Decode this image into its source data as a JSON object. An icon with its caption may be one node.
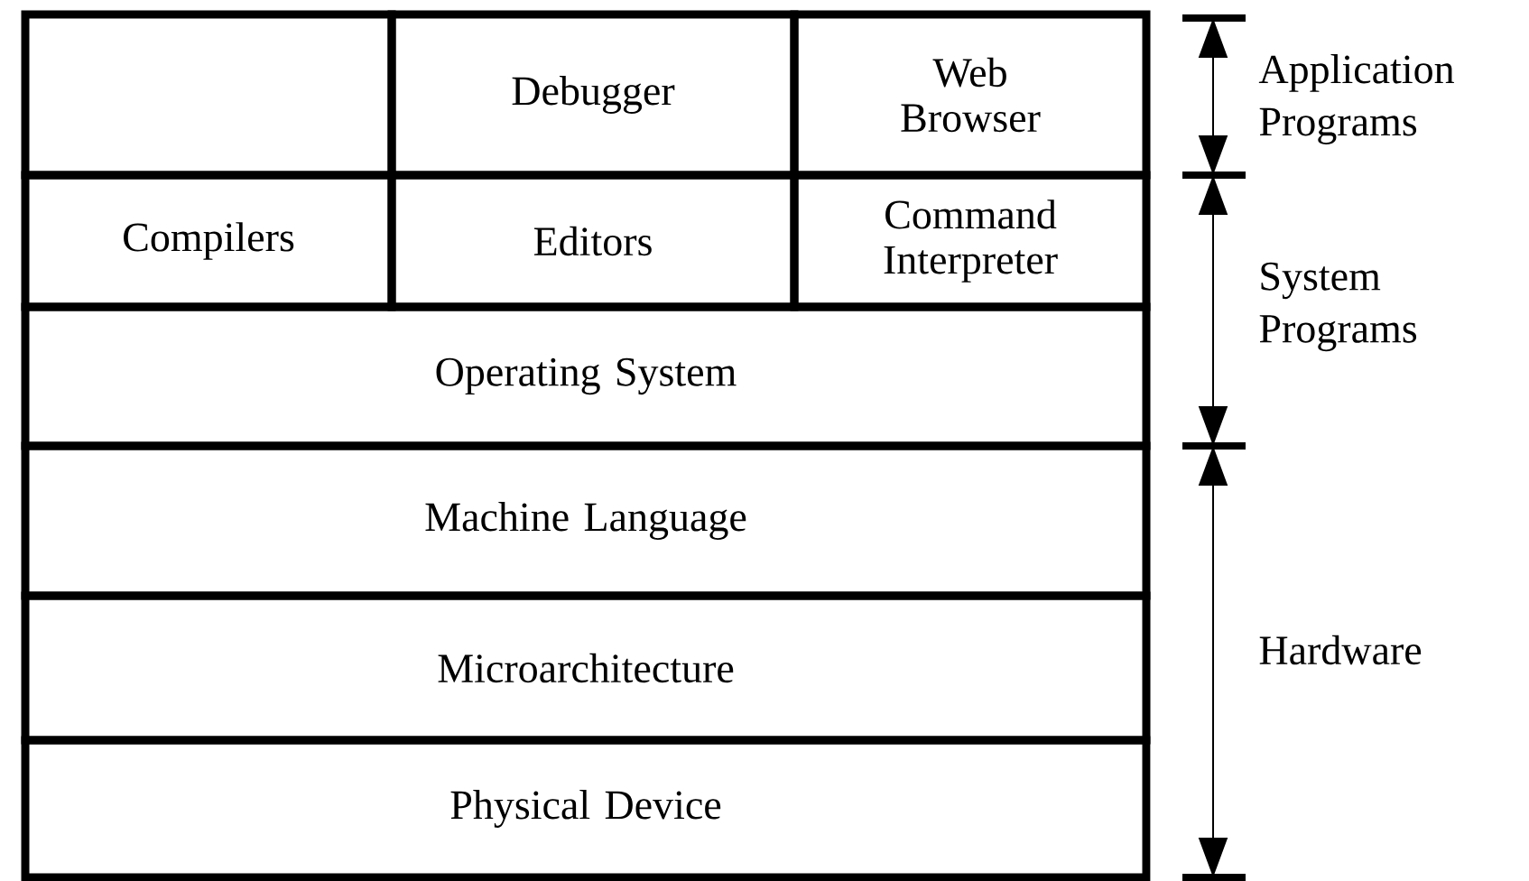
{
  "diagram": {
    "nodes": [
      {
        "text": [],
        "shape": "box"
      },
      {
        "text": [
          "Debugger"
        ]
      },
      {
        "text": [
          "Web Browser"
        ]
      },
      {
        "text": [
          "Compilers"
        ]
      },
      {
        "text": [
          "Editors"
        ]
      },
      {
        "text": [
          "Command Interpreter"
        ]
      },
      {
        "text": [
          "Operating System"
        ]
      },
      {
        "text": [
          "Machine Language"
        ]
      },
      {
        "text": [
          "Microarchitecture"
        ]
      },
      {
        "text": [
          "Physical Device"
        ]
      }
    ],
    "labels": [
      "Application Programs",
      "System Programs",
      "Hardware"
    ]
  }
}
